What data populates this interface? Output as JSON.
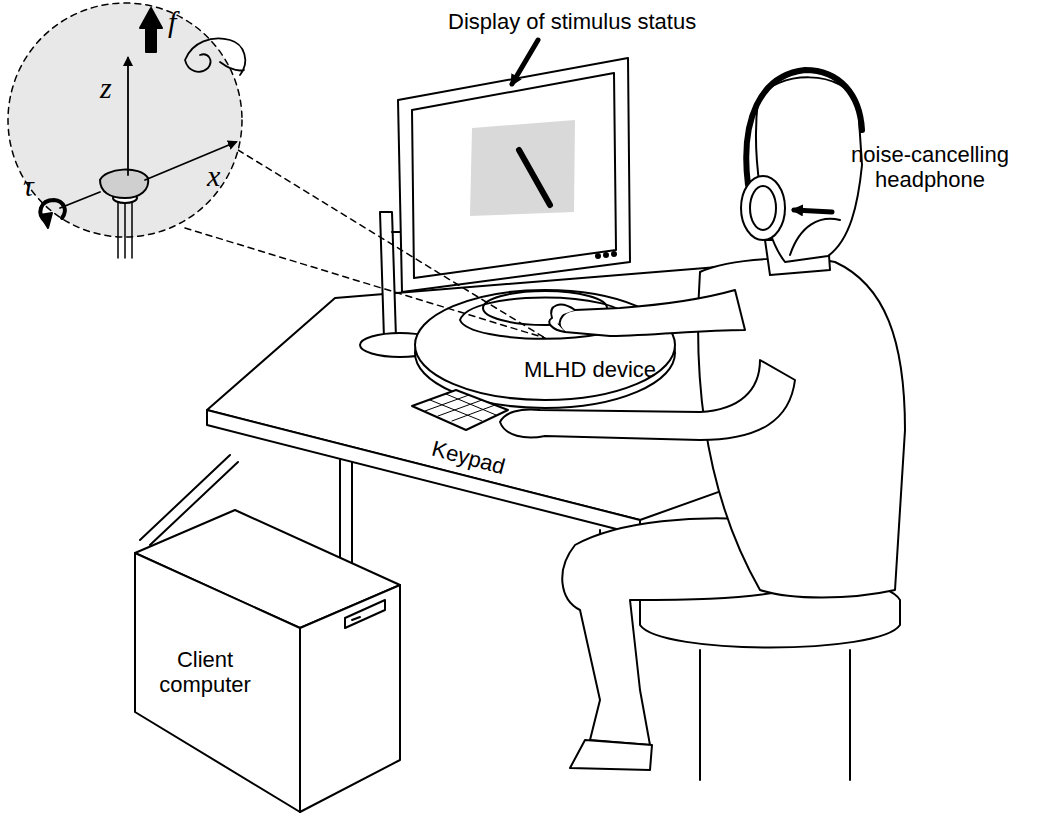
{
  "diagram": {
    "nodes": [
      {
        "text": [
          "MLHD device"
        ]
      },
      {
        "text": [
          "Client computer"
        ]
      }
    ],
    "labels": [
      "Display of stimulus status",
      "noise-cancelling headphone",
      "Keypad",
      "f",
      "z",
      "x",
      "τ"
    ]
  }
}
